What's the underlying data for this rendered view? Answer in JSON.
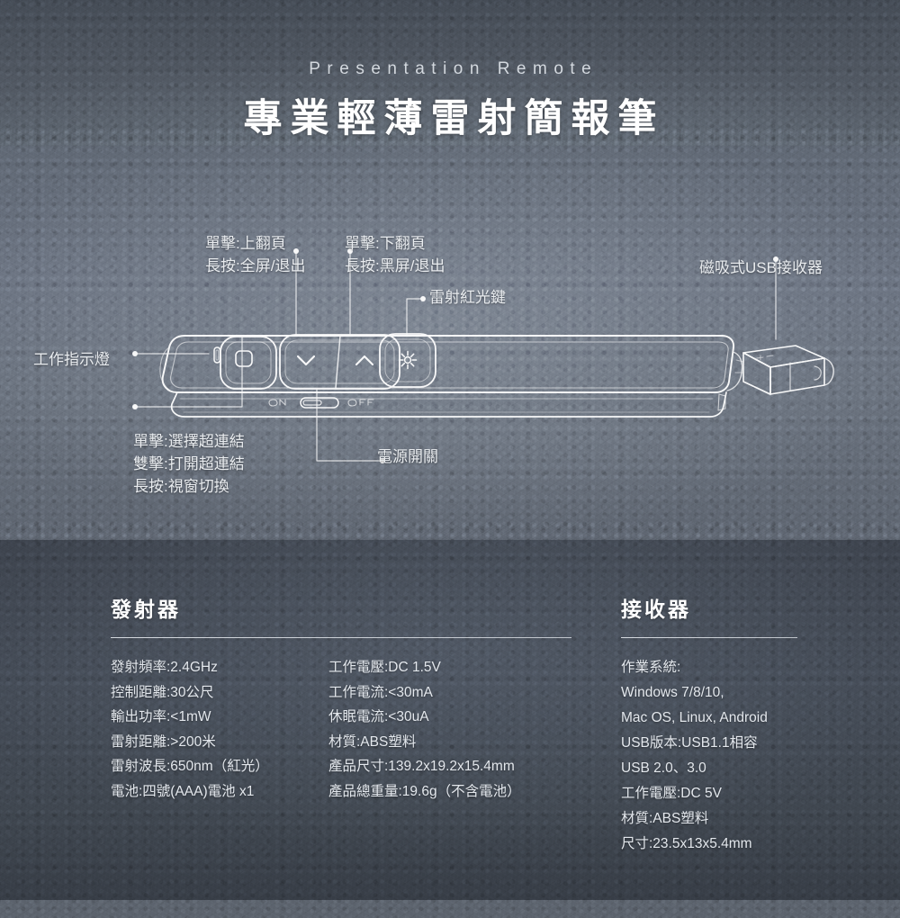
{
  "header": {
    "eyebrow": "Presentation Remote",
    "headline": "專業輕薄雷射簡報筆"
  },
  "colors": {
    "band_top": "#4a515b",
    "band_mid": "#69717d",
    "band_bottom": "#3f464f",
    "line_art": "#ffffff",
    "text_primary": "#ffffff",
    "text_body": "#e4e8ed"
  },
  "callouts": {
    "prev_page": {
      "line1": "單擊:上翻頁",
      "line2": "長按:全屏/退出"
    },
    "next_page": {
      "line1": "單擊:下翻頁",
      "line2": "長按:黑屏/退出"
    },
    "laser": {
      "line1": "雷射紅光鍵"
    },
    "usb_receiver": {
      "line1": "磁吸式USB接收器"
    },
    "indicator": {
      "line1": "工作指示燈"
    },
    "hyperlink": {
      "line1": "單擊:選擇超連結",
      "line2": "雙擊:打開超連結",
      "line3": "長按:視窗切換"
    },
    "power": {
      "line1": "電源開關"
    }
  },
  "device": {
    "switch_on_label": "ON",
    "switch_off_label": "OFF"
  },
  "specs": {
    "transmitter": {
      "title": "發射器",
      "column1": [
        "發射頻率:2.4GHz",
        "控制距離:30公尺",
        "輸出功率:<1mW",
        "雷射距離:>200米",
        "雷射波長:650nm（紅光）",
        "電池:四號(AAA)電池 x1"
      ],
      "column2": [
        "工作電壓:DC 1.5V",
        "工作電流:<30mA",
        "休眠電流:<30uA",
        "材質:ABS塑料",
        "產品尺寸:139.2x19.2x15.4mm",
        "產品總重量:19.6g（不含電池）"
      ]
    },
    "receiver": {
      "title": "接收器",
      "lines": [
        "作業系統:",
        "Windows 7/8/10,",
        "Mac OS, Linux, Android",
        "USB版本:USB1.1相容",
        "USB 2.0、3.0",
        "工作電壓:DC 5V",
        "材質:ABS塑料",
        "尺寸:23.5x13x5.4mm"
      ]
    }
  }
}
